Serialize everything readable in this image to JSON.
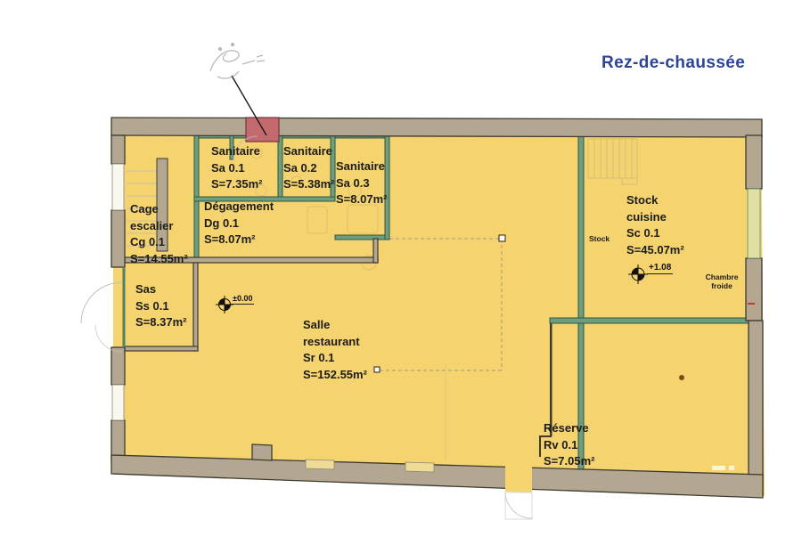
{
  "title": {
    "text": "Rez-de-chaussée"
  },
  "rooms": [
    {
      "id": "sanitaire-1",
      "lines": [
        "Sanitaire",
        "Sa 0.1",
        "S=7.35m²"
      ]
    },
    {
      "id": "sanitaire-2",
      "lines": [
        "Sanitaire",
        "Sa 0.2",
        "S=5.38m²"
      ]
    },
    {
      "id": "sanitaire-3",
      "lines": [
        "Sanitaire",
        "Sa 0.3",
        "S=8.07m²"
      ]
    },
    {
      "id": "cage-escalier",
      "lines": [
        "Cage",
        "escalier",
        "Cg 0.1",
        "S=14.55m²"
      ]
    },
    {
      "id": "degagement",
      "lines": [
        "Dégagement",
        "Dg 0.1",
        "S=8.07m²"
      ]
    },
    {
      "id": "sas",
      "lines": [
        "Sas",
        "Ss 0.1",
        "S=8.37m²"
      ]
    },
    {
      "id": "salle-restaurant",
      "lines": [
        "Salle",
        "restaurant",
        "Sr 0.1",
        "S=152.55m²"
      ]
    },
    {
      "id": "stock-cuisine",
      "lines": [
        "Stock",
        "cuisine",
        "Sc 0.1",
        "S=45.07m²"
      ]
    },
    {
      "id": "reserve",
      "lines": [
        "Réserve",
        "Rv 0.1",
        "S=7.05m²"
      ]
    }
  ],
  "small_labels": {
    "stock": "Stock",
    "chambre_froide_line1": "Chambre",
    "chambre_froide_line2": "froide"
  },
  "levels": {
    "ground": "±0.00",
    "stock": "+1.08"
  },
  "icons": {
    "level_marker": "survey-benchmark",
    "entrance_marker": "highlighted-wall-segment",
    "north_sketch": "hand-drawn-annotation"
  },
  "colors": {
    "floor": "#f5d36e",
    "walls": "#b3a791",
    "partitions": "#2c5743",
    "entrance_highlight": "#c4696d",
    "title": "#2d4596"
  }
}
